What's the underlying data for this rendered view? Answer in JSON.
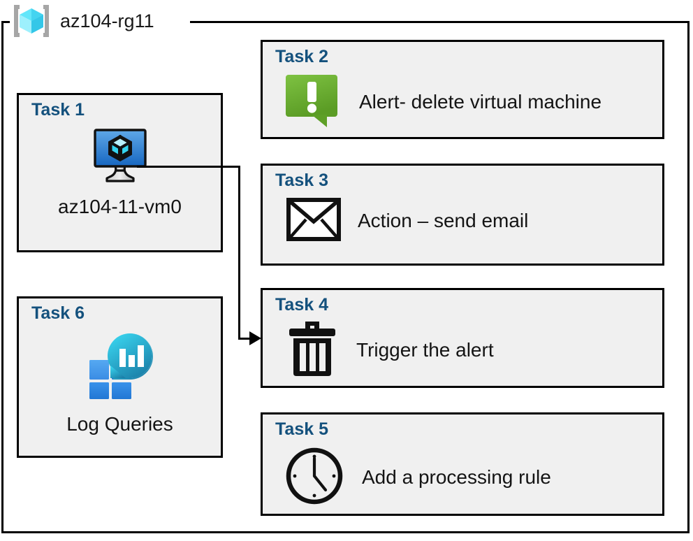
{
  "resource_group": {
    "name": "az104-rg11",
    "icon": "azure-resource-group-icon"
  },
  "tasks": [
    {
      "id": "task-1",
      "title": "Task 1",
      "label": "az104-11-vm0",
      "icon": "virtual-machine-icon",
      "layout": "vertical"
    },
    {
      "id": "task-2",
      "title": "Task 2",
      "label": "Alert- delete virtual machine",
      "icon": "alert-exclamation-icon",
      "layout": "horizontal"
    },
    {
      "id": "task-3",
      "title": "Task 3",
      "label": "Action – send email",
      "icon": "envelope-icon",
      "layout": "horizontal"
    },
    {
      "id": "task-4",
      "title": "Task 4",
      "label": "Trigger the alert",
      "icon": "trash-can-icon",
      "layout": "horizontal"
    },
    {
      "id": "task-5",
      "title": "Task 5",
      "label": "Add a processing rule",
      "icon": "clock-icon",
      "layout": "horizontal"
    },
    {
      "id": "task-6",
      "title": "Task 6",
      "label": "Log Queries",
      "icon": "log-analytics-icon",
      "layout": "vertical"
    }
  ],
  "connector": {
    "from": "task-1",
    "to": "task-4",
    "arrow": "right-arrow-head"
  },
  "colors": {
    "task_title": "#14517d",
    "task_fill": "#f0f0f0",
    "border": "#000000",
    "page_background": "#ffffff",
    "alert_green": "#78b833",
    "vm_blue": "#3b8ddb",
    "log_cyan": "#32c5e8",
    "log_blue": "#2b8ae0",
    "rg_cube_cyan": "#43dcf5",
    "rg_bracket_gray": "#a6a6a6"
  }
}
